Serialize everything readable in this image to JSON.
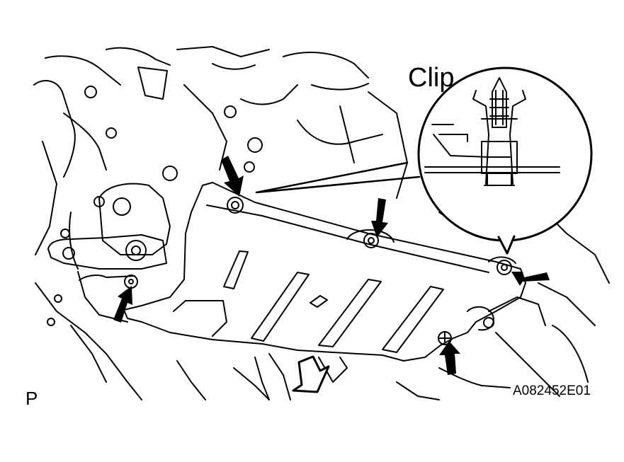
{
  "labels": {
    "clip": "Clip",
    "view_letter": "P",
    "figure_code": "A082452E01"
  },
  "colors": {
    "ink": "#000000",
    "paper": "#ffffff"
  },
  "icons": {
    "fastener_arrow": "solid-arrow-icon",
    "front_direction": "hollow-arrow-icon"
  }
}
